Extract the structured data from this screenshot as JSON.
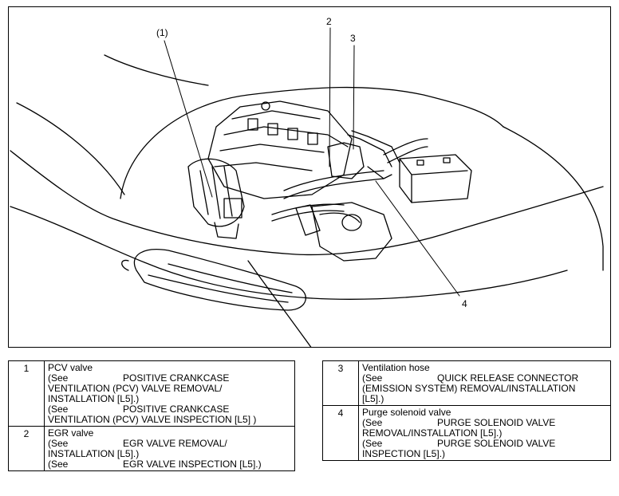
{
  "callouts": [
    "(1)",
    "2",
    "3",
    "4"
  ],
  "components": [
    {
      "num": "1",
      "name": "PCV valve",
      "lines": [
        [
          "(See",
          "POSITIVE CRANKCASE"
        ],
        [
          "VENTILATION (PCV) VALVE REMOVAL/"
        ],
        [
          "INSTALLATION [L5].)"
        ],
        [
          "(See",
          "POSITIVE CRANKCASE"
        ],
        [
          "VENTILATION (PCV) VALVE INSPECTION [L5] )"
        ]
      ]
    },
    {
      "num": "2",
      "name": "EGR valve",
      "lines": [
        [
          "(See",
          "EGR VALVE REMOVAL/"
        ],
        [
          "INSTALLATION [L5].)"
        ],
        [
          "(See",
          "EGR VALVE INSPECTION [L5].)"
        ]
      ]
    },
    {
      "num": "3",
      "name": "Ventilation hose",
      "lines": [
        [
          "(See",
          "QUICK RELEASE CONNECTOR"
        ],
        [
          "(EMISSION SYSTEM) REMOVAL/INSTALLATION"
        ],
        [
          "[L5].)"
        ]
      ]
    },
    {
      "num": "4",
      "name": "Purge solenoid valve",
      "lines": [
        [
          "(See",
          "PURGE SOLENOID VALVE"
        ],
        [
          "REMOVAL/INSTALLATION [L5].)"
        ],
        [
          "(See",
          "PURGE SOLENOID VALVE"
        ],
        [
          "INSPECTION [L5].)"
        ]
      ]
    }
  ]
}
